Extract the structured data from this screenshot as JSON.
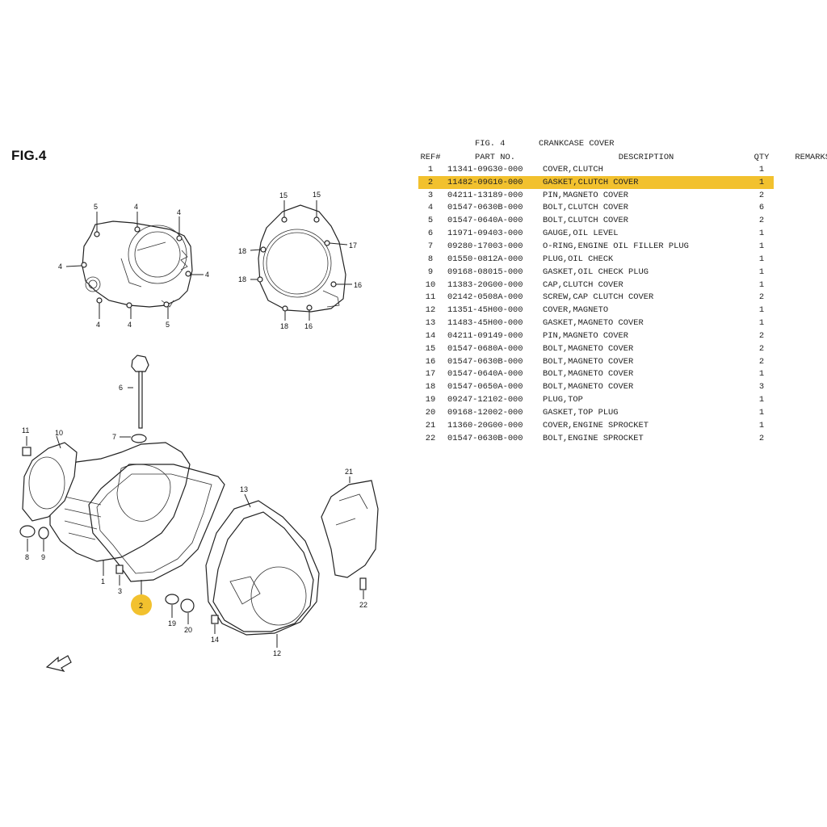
{
  "figure": {
    "label": "FIG.4",
    "highlight_color": "#f2c12e",
    "callouts": {
      "top_left": [
        "5",
        "4",
        "4",
        "4",
        "4",
        "4",
        "4",
        "5"
      ],
      "top_right": [
        "15",
        "15",
        "17",
        "18",
        "18",
        "16",
        "18",
        "16"
      ],
      "main": [
        "6",
        "7",
        "11",
        "10",
        "8",
        "9",
        "1",
        "3",
        "2",
        "19",
        "20",
        "14",
        "13",
        "12",
        "21",
        "22"
      ]
    },
    "direction_icon": "fwd-arrow-icon"
  },
  "parts_list": {
    "caption_fig": "FIG. 4",
    "caption_title": "CRANKCASE  COVER",
    "headers": {
      "ref": "REF#",
      "part_no": "PART NO.",
      "description": "DESCRIPTION",
      "qty": "QTY",
      "remarks": "REMARKS"
    },
    "highlighted_ref": "2",
    "rows": [
      {
        "ref": "1",
        "part_no": "11341-09G30-000",
        "description": "COVER,CLUTCH",
        "qty": "1"
      },
      {
        "ref": "2",
        "part_no": "11482-09G10-000",
        "description": "GASKET,CLUTCH COVER",
        "qty": "1"
      },
      {
        "ref": "3",
        "part_no": "04211-13189-000",
        "description": "PIN,MAGNETO COVER",
        "qty": "2"
      },
      {
        "ref": "4",
        "part_no": "01547-0630B-000",
        "description": "BOLT,CLUTCH COVER",
        "qty": "6"
      },
      {
        "ref": "5",
        "part_no": "01547-0640A-000",
        "description": "BOLT,CLUTCH COVER",
        "qty": "2"
      },
      {
        "ref": "6",
        "part_no": "11971-09403-000",
        "description": "GAUGE,OIL LEVEL",
        "qty": "1"
      },
      {
        "ref": "7",
        "part_no": "09280-17003-000",
        "description": "O-RING,ENGINE OIL FILLER PLUG",
        "qty": "1"
      },
      {
        "ref": "8",
        "part_no": "01550-0812A-000",
        "description": "PLUG,OIL CHECK",
        "qty": "1"
      },
      {
        "ref": "9",
        "part_no": "09168-08015-000",
        "description": "GASKET,OIL CHECK PLUG",
        "qty": "1"
      },
      {
        "ref": "10",
        "part_no": "11383-20G00-000",
        "description": "CAP,CLUTCH COVER",
        "qty": "1"
      },
      {
        "ref": "11",
        "part_no": "02142-0508A-000",
        "description": "SCREW,CAP CLUTCH COVER",
        "qty": "2"
      },
      {
        "ref": "12",
        "part_no": "11351-45H00-000",
        "description": "COVER,MAGNETO",
        "qty": "1"
      },
      {
        "ref": "13",
        "part_no": "11483-45H00-000",
        "description": "GASKET,MAGNETO COVER",
        "qty": "1"
      },
      {
        "ref": "14",
        "part_no": "04211-09149-000",
        "description": "PIN,MAGNETO COVER",
        "qty": "2"
      },
      {
        "ref": "15",
        "part_no": "01547-0680A-000",
        "description": "BOLT,MAGNETO COVER",
        "qty": "2"
      },
      {
        "ref": "16",
        "part_no": "01547-0630B-000",
        "description": "BOLT,MAGNETO COVER",
        "qty": "2"
      },
      {
        "ref": "17",
        "part_no": "01547-0640A-000",
        "description": "BOLT,MAGNETO COVER",
        "qty": "1"
      },
      {
        "ref": "18",
        "part_no": "01547-0650A-000",
        "description": "BOLT,MAGNETO COVER",
        "qty": "3"
      },
      {
        "ref": "19",
        "part_no": "09247-12102-000",
        "description": "PLUG,TOP",
        "qty": "1"
      },
      {
        "ref": "20",
        "part_no": "09168-12002-000",
        "description": "GASKET,TOP PLUG",
        "qty": "1"
      },
      {
        "ref": "21",
        "part_no": "11360-20G00-000",
        "description": "COVER,ENGINE SPROCKET",
        "qty": "1"
      },
      {
        "ref": "22",
        "part_no": "01547-0630B-000",
        "description": "BOLT,ENGINE SPROCKET",
        "qty": "2"
      }
    ]
  }
}
